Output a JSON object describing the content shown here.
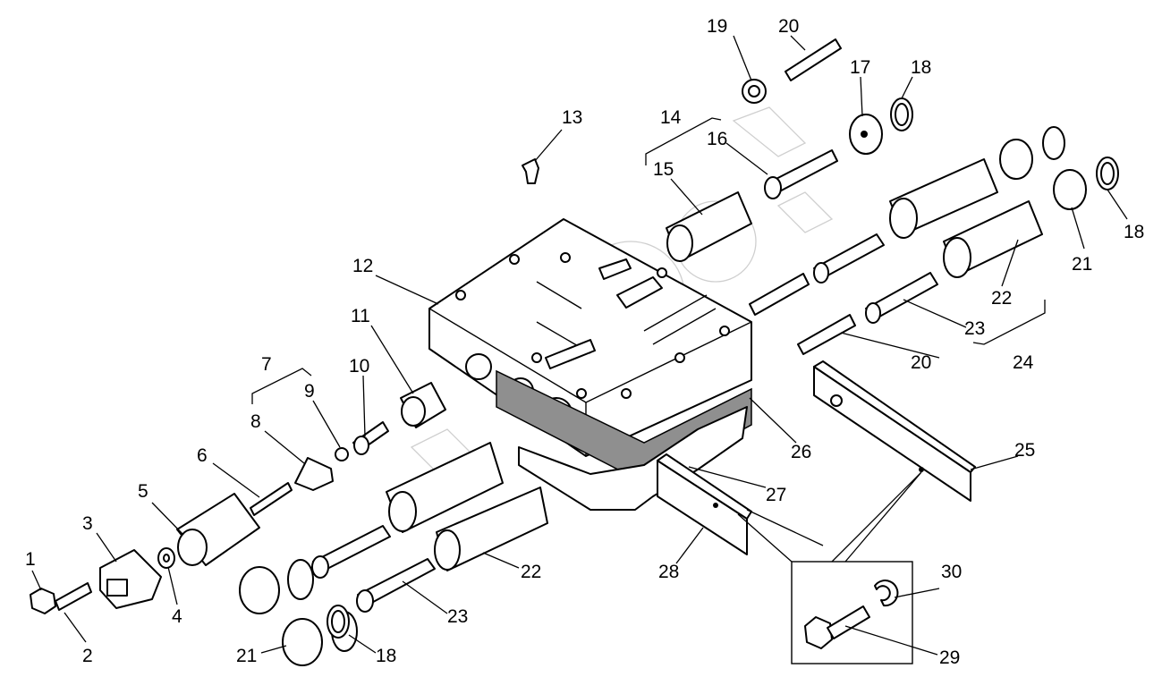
{
  "diagram": {
    "header_text": "",
    "callouts": [
      {
        "id": "c1",
        "text": "1"
      },
      {
        "id": "c2",
        "text": "2"
      },
      {
        "id": "c3",
        "text": "3"
      },
      {
        "id": "c4",
        "text": "4"
      },
      {
        "id": "c5",
        "text": "5"
      },
      {
        "id": "c6",
        "text": "6"
      },
      {
        "id": "c7",
        "text": "7"
      },
      {
        "id": "c8",
        "text": "8"
      },
      {
        "id": "c9",
        "text": "9"
      },
      {
        "id": "c10",
        "text": "10"
      },
      {
        "id": "c11",
        "text": "11"
      },
      {
        "id": "c12",
        "text": "12"
      },
      {
        "id": "c13",
        "text": "13"
      },
      {
        "id": "c14",
        "text": "14"
      },
      {
        "id": "c15",
        "text": "15"
      },
      {
        "id": "c16",
        "text": "16"
      },
      {
        "id": "c17",
        "text": "17"
      },
      {
        "id": "c18a",
        "text": "18"
      },
      {
        "id": "c18b",
        "text": "18"
      },
      {
        "id": "c18c",
        "text": "18"
      },
      {
        "id": "c19",
        "text": "19"
      },
      {
        "id": "c20a",
        "text": "20"
      },
      {
        "id": "c20b",
        "text": "20"
      },
      {
        "id": "c21a",
        "text": "21"
      },
      {
        "id": "c21b",
        "text": "21"
      },
      {
        "id": "c22a",
        "text": "22"
      },
      {
        "id": "c22b",
        "text": "22"
      },
      {
        "id": "c23a",
        "text": "23"
      },
      {
        "id": "c23b",
        "text": "23"
      },
      {
        "id": "c24",
        "text": "24"
      },
      {
        "id": "c25",
        "text": "25"
      },
      {
        "id": "c26",
        "text": "26"
      },
      {
        "id": "c27",
        "text": "27"
      },
      {
        "id": "c28",
        "text": "28"
      },
      {
        "id": "c29",
        "text": "29"
      },
      {
        "id": "c30",
        "text": "30"
      }
    ]
  },
  "colors": {
    "line": "#000000",
    "background": "#ffffff",
    "gasket": "#8f8f8f",
    "watermark": "#cfcfcf"
  }
}
